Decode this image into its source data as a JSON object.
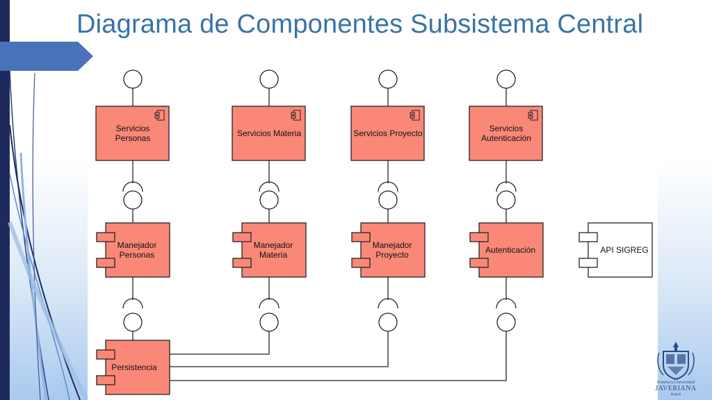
{
  "title": "Diagrama de Componentes Subsistema Central",
  "services": [
    {
      "label": "Servicios\nPersonas"
    },
    {
      "label": "Servicios Materia"
    },
    {
      "label": "Servicios Proyecto"
    },
    {
      "label": "Servicios\nAutenticación"
    }
  ],
  "managers": [
    {
      "label": "Manejador\nPersonas"
    },
    {
      "label": "Manejador\nMateria"
    },
    {
      "label": "Manejador\nProyecto"
    },
    {
      "label": "Autenticación"
    }
  ],
  "external": {
    "label": "API SIGREG"
  },
  "persistence": {
    "label": "Persistencia"
  },
  "logo": {
    "line1": "Pontificia Universidad",
    "line2": "JAVERIANA",
    "line3": "Bogotá"
  },
  "colors": {
    "component_fill": "#fa8878",
    "component_stroke": "#222222",
    "external_fill": "#ffffff",
    "title": "#3a72a8",
    "arrow": "#4a72b8",
    "left_bar": "#1f2a5c"
  }
}
